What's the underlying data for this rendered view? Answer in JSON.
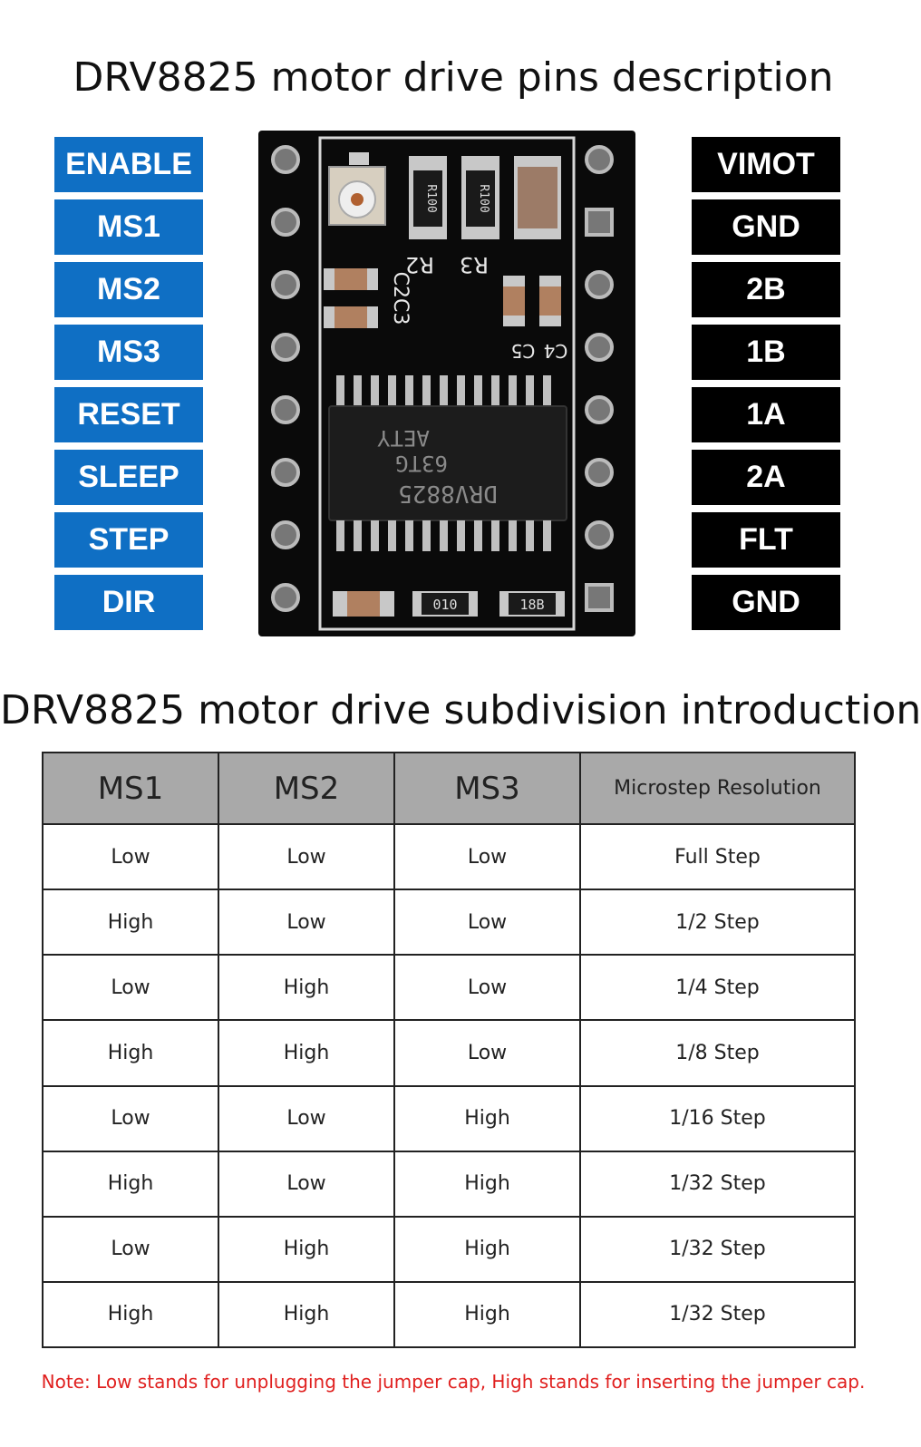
{
  "title_pins": "DRV8825 motor drive pins description",
  "title_table": "DRV8825 motor drive subdivision introduction",
  "left_pins": [
    "ENABLE",
    "MS1",
    "MS2",
    "MS3",
    "RESET",
    "SLEEP",
    "STEP",
    "DIR"
  ],
  "right_pins": [
    "VIMOT",
    "GND",
    "2B",
    "1B",
    "1A",
    "2A",
    "FLT",
    "GND"
  ],
  "board_labels": {
    "r2_part": "R100",
    "r3_part": "R100",
    "r2": "R2",
    "r3": "R3",
    "c2c3": "C2C3",
    "c4": "C4",
    "c5": "C5",
    "chip_line1": "DRV8825",
    "chip_line2": "63TG",
    "chip_line3": "AETY",
    "part_010": "010",
    "part_18b": "18B"
  },
  "table": {
    "headers": [
      "MS1",
      "MS2",
      "MS3",
      "Microstep Resolution"
    ],
    "rows": [
      [
        "Low",
        "Low",
        "Low",
        "Full Step"
      ],
      [
        "High",
        "Low",
        "Low",
        "1/2 Step"
      ],
      [
        "Low",
        "High",
        "Low",
        "1/4 Step"
      ],
      [
        "High",
        "High",
        "Low",
        "1/8 Step"
      ],
      [
        "Low",
        "Low",
        "High",
        "1/16 Step"
      ],
      [
        "High",
        "Low",
        "High",
        "1/32 Step"
      ],
      [
        "Low",
        "High",
        "High",
        "1/32 Step"
      ],
      [
        "High",
        "High",
        "High",
        "1/32 Step"
      ]
    ]
  },
  "note": "Note: Low stands for unplugging the jumper cap, High stands for inserting the jumper cap.",
  "colors": {
    "pin_blue": "#0f6fc4",
    "pin_black": "#000000",
    "header_gray": "#a9a9a9",
    "note_red": "#e0201f"
  }
}
